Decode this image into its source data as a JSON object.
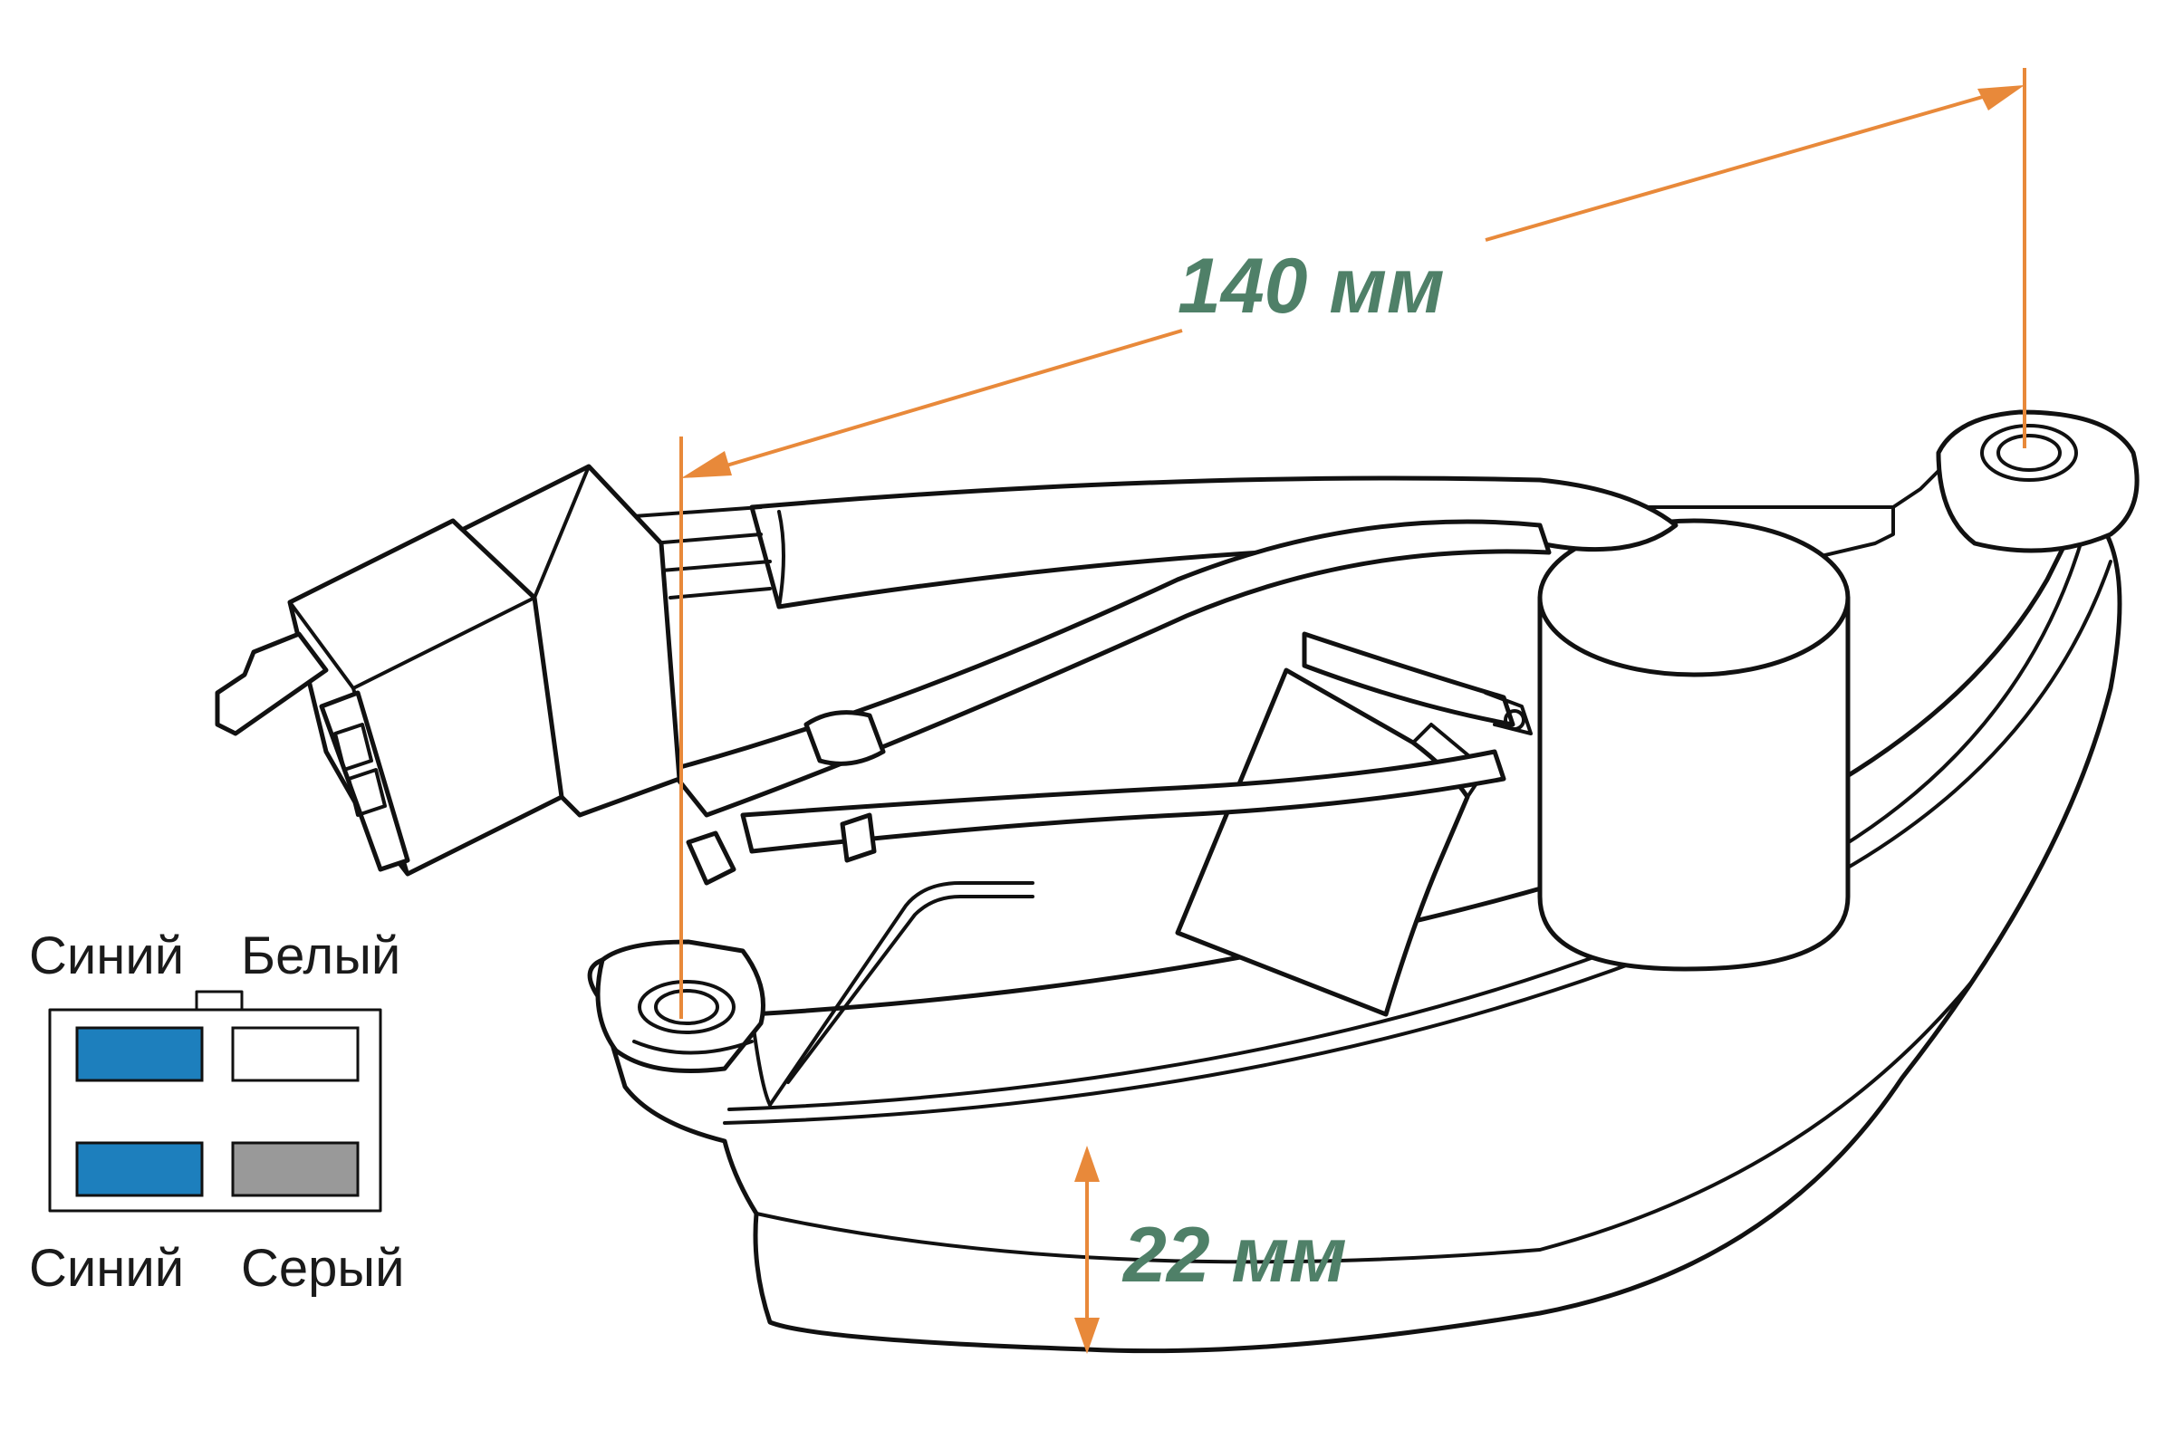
{
  "colors": {
    "dimension": "#e8893a",
    "dimension_text": "#4f8068",
    "wire_blue": "#1d7fbd",
    "wire_white": "#ffffff",
    "wire_gray": "#999999",
    "outline": "#111111"
  },
  "dimensions": {
    "length": "140 мм",
    "height": "22 мм"
  },
  "connector_pinout": {
    "top_left": {
      "label": "Синий",
      "color": "blue"
    },
    "top_right": {
      "label": "Белый",
      "color": "white"
    },
    "bottom_left": {
      "label": "Синий",
      "color": "blue"
    },
    "bottom_right": {
      "label": "Серый",
      "color": "gray"
    }
  }
}
